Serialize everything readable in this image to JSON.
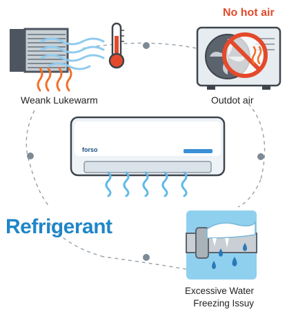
{
  "labels": {
    "weak_lukewarm": "Weank Lukewarm",
    "outdoor_air": "Outdot air",
    "no_hot_air": "No hot air",
    "refrigerant": "Refrigerant",
    "water_line1": "Excessive Water",
    "water_line2": "Freezing Issuy",
    "brand": "forso"
  },
  "colors": {
    "accent_blue": "#1f86c8",
    "warning_red": "#e34a2b",
    "heat_orange": "#f0702a",
    "cool_blue": "#5fb8e8",
    "ice_panel": "#8fd0ef"
  },
  "icons": [
    "radiator-icon",
    "thermometer-icon",
    "outdoor-unit-icon",
    "no-symbol-icon",
    "indoor-ac-unit-icon",
    "frozen-pipe-icon",
    "water-drop-icon"
  ]
}
